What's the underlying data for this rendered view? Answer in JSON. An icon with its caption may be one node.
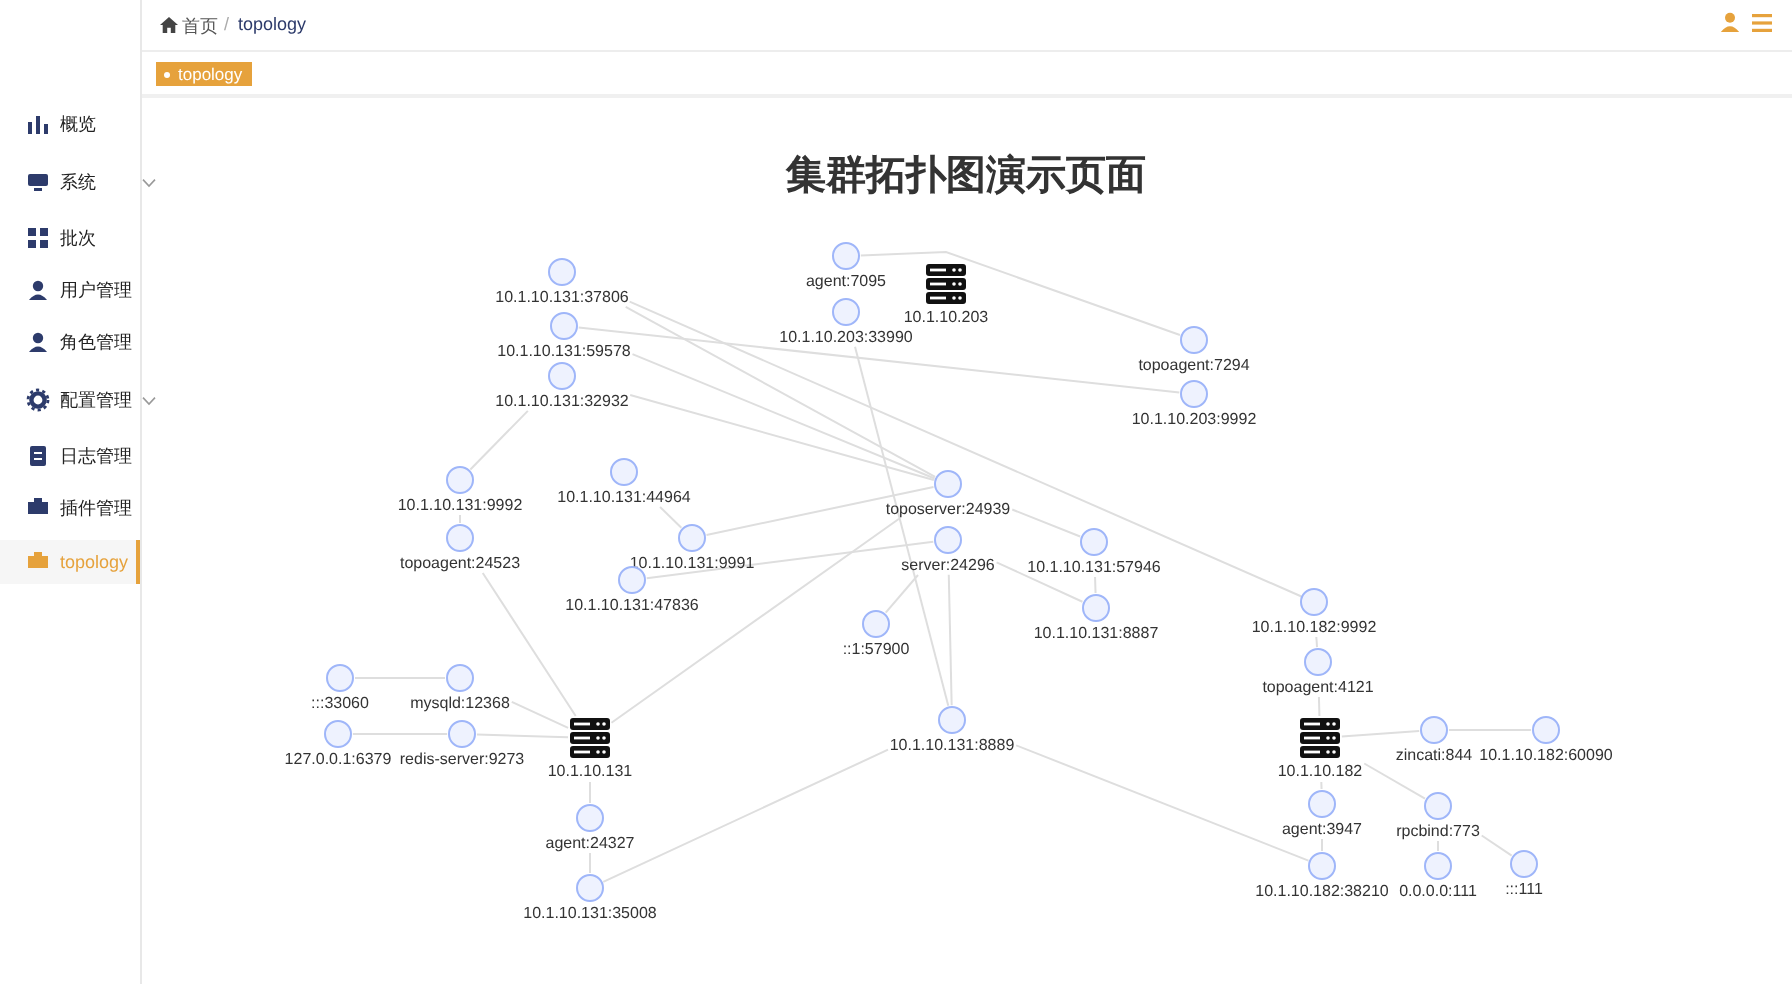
{
  "diagram": {
    "title": "集群拓扑图演示页面",
    "nodes": [
      {
        "text": [
          "10.1.10.131:37806"
        ]
      },
      {
        "text": [
          "10.1.10.131:59578"
        ]
      },
      {
        "text": [
          "10.1.10.131:32932"
        ]
      },
      {
        "text": [
          "agent:7095"
        ]
      },
      {
        "text": [
          "10.1.10.203"
        ]
      },
      {
        "text": [
          "10.1.10.203:33990"
        ]
      },
      {
        "text": [
          "topoagent:7294"
        ]
      },
      {
        "text": [
          "10.1.10.203:9992"
        ]
      },
      {
        "text": [
          "10.1.10.131:9992"
        ]
      },
      {
        "text": [
          "10.1.10.131:44964"
        ]
      },
      {
        "text": [
          "topoagent:24523"
        ]
      },
      {
        "text": [
          "10.1.10.131:9991"
        ]
      },
      {
        "text": [
          "toposerver:24939"
        ]
      },
      {
        "text": [
          "server:24296"
        ]
      },
      {
        "text": [
          "10.1.10.131:57946"
        ]
      },
      {
        "text": [
          "10.1.10.131:47836"
        ]
      },
      {
        "text": [
          "10.1.10.131:8887"
        ]
      },
      {
        "text": [
          "10.1.10.182:9992"
        ]
      },
      {
        "text": [
          "::1:57900"
        ]
      },
      {
        "text": [
          "topoagent:4121"
        ]
      },
      {
        "text": [
          ":::33060"
        ]
      },
      {
        "text": [
          "mysqld:12368"
        ]
      },
      {
        "text": [
          "10.1.10.182"
        ]
      },
      {
        "text": [
          "zincati:844"
        ]
      },
      {
        "text": [
          "10.1.10.182:60090"
        ]
      },
      {
        "text": [
          "127.0.0.1:6379"
        ]
      },
      {
        "text": [
          "redis-server:9273"
        ]
      },
      {
        "text": [
          "10.1.10.131"
        ]
      },
      {
        "text": [
          "10.1.10.131:8889"
        ]
      },
      {
        "text": [
          "agent:24327"
        ]
      },
      {
        "text": [
          "rpcbind:773"
        ]
      },
      {
        "text": [
          "agent:3947"
        ]
      },
      {
        "text": [
          "10.1.10.131:35008"
        ]
      },
      {
        "text": [
          "10.1.10.182:38210"
        ]
      },
      {
        "text": [
          "0.0.0.0:111"
        ]
      },
      {
        "text": [
          ":::111"
        ]
      }
    ],
    "edges": [
      {
        "from": 0,
        "to": 12,
        "arrow": "none"
      },
      {
        "from": 0,
        "to": 17,
        "arrow": "none"
      },
      {
        "from": 1,
        "to": 7,
        "arrow": "none"
      },
      {
        "from": 1,
        "to": 12,
        "arrow": "none"
      },
      {
        "from": 2,
        "to": 12,
        "arrow": "none"
      },
      {
        "from": 2,
        "to": 8,
        "arrow": "none"
      },
      {
        "from": 3,
        "to": 6,
        "arrow": "none"
      },
      {
        "from": 5,
        "to": 28,
        "arrow": "none"
      },
      {
        "from": 8,
        "to": 10,
        "arrow": "none"
      },
      {
        "from": 10,
        "to": 27,
        "arrow": "none"
      },
      {
        "from": 9,
        "to": 11,
        "arrow": "none"
      },
      {
        "from": 11,
        "to": 12,
        "arrow": "none"
      },
      {
        "from": 15,
        "to": 13,
        "arrow": "none"
      },
      {
        "from": 12,
        "to": 27,
        "arrow": "none"
      },
      {
        "from": 12,
        "to": 14,
        "arrow": "none"
      },
      {
        "from": 14,
        "to": 16,
        "arrow": "none"
      },
      {
        "from": 13,
        "to": 16,
        "arrow": "none"
      },
      {
        "from": 13,
        "to": 18,
        "arrow": "none"
      },
      {
        "from": 13,
        "to": 28,
        "arrow": "none"
      },
      {
        "from": 28,
        "to": 32,
        "arrow": "none"
      },
      {
        "from": 28,
        "to": 33,
        "arrow": "none"
      },
      {
        "from": 17,
        "to": 19,
        "arrow": "none"
      },
      {
        "from": 19,
        "to": 22,
        "arrow": "none"
      },
      {
        "from": 22,
        "to": 23,
        "arrow": "none"
      },
      {
        "from": 23,
        "to": 24,
        "arrow": "none"
      },
      {
        "from": 22,
        "to": 30,
        "arrow": "none"
      },
      {
        "from": 30,
        "to": 34,
        "arrow": "none"
      },
      {
        "from": 30,
        "to": 35,
        "arrow": "none"
      },
      {
        "from": 22,
        "to": 31,
        "arrow": "none"
      },
      {
        "from": 31,
        "to": 33,
        "arrow": "none"
      },
      {
        "from": 20,
        "to": 21,
        "arrow": "none"
      },
      {
        "from": 21,
        "to": 27,
        "arrow": "none"
      },
      {
        "from": 25,
        "to": 26,
        "arrow": "none"
      },
      {
        "from": 26,
        "to": 27,
        "arrow": "none"
      },
      {
        "from": 27,
        "to": 29,
        "arrow": "none"
      },
      {
        "from": 29,
        "to": 32,
        "arrow": "none"
      }
    ],
    "labels": [
      "概览",
      "系统",
      "批次",
      "用户管理",
      "角色管理",
      "配置管理",
      "日志管理",
      "插件管理",
      "topology",
      "首页",
      "/",
      "topology",
      "topology"
    ]
  }
}
